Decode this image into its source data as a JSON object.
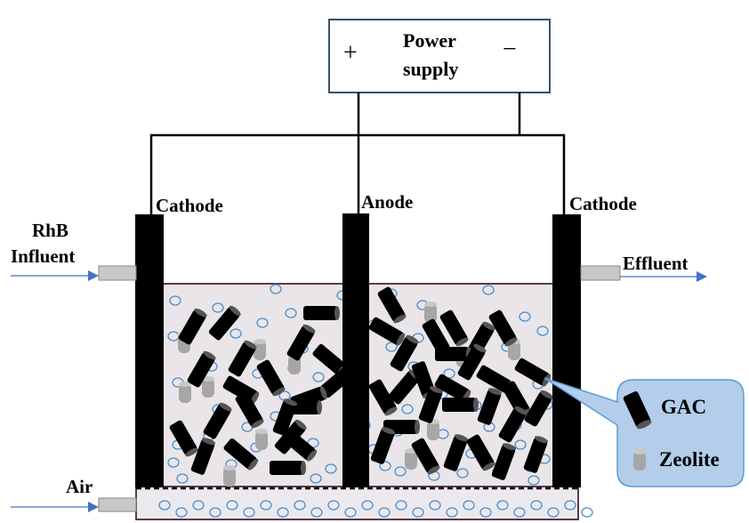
{
  "power_supply": {
    "line1": "Power",
    "line2": "supply",
    "plus": "+",
    "minus": "−"
  },
  "electrodes": {
    "cathode_left": "Cathode",
    "anode": "Anode",
    "cathode_right": "Cathode"
  },
  "ports": {
    "influent_line1": "RhB",
    "influent_line2": "Influent",
    "effluent": "Effluent",
    "air": "Air"
  },
  "legend": {
    "gac": "GAC",
    "zeolite": "Zeolite"
  },
  "colors": {
    "electrode": "#000000",
    "tank_fill": "#e9e5e8",
    "tank_border": "#5a3b4a",
    "bubble": "#4a8fcf",
    "zeolite": "#a6a6a6",
    "arrow": "#4472c4",
    "callout_fill": "#b3cdea",
    "callout_border": "#5b9bd5",
    "power_border": "#3b4f68"
  }
}
